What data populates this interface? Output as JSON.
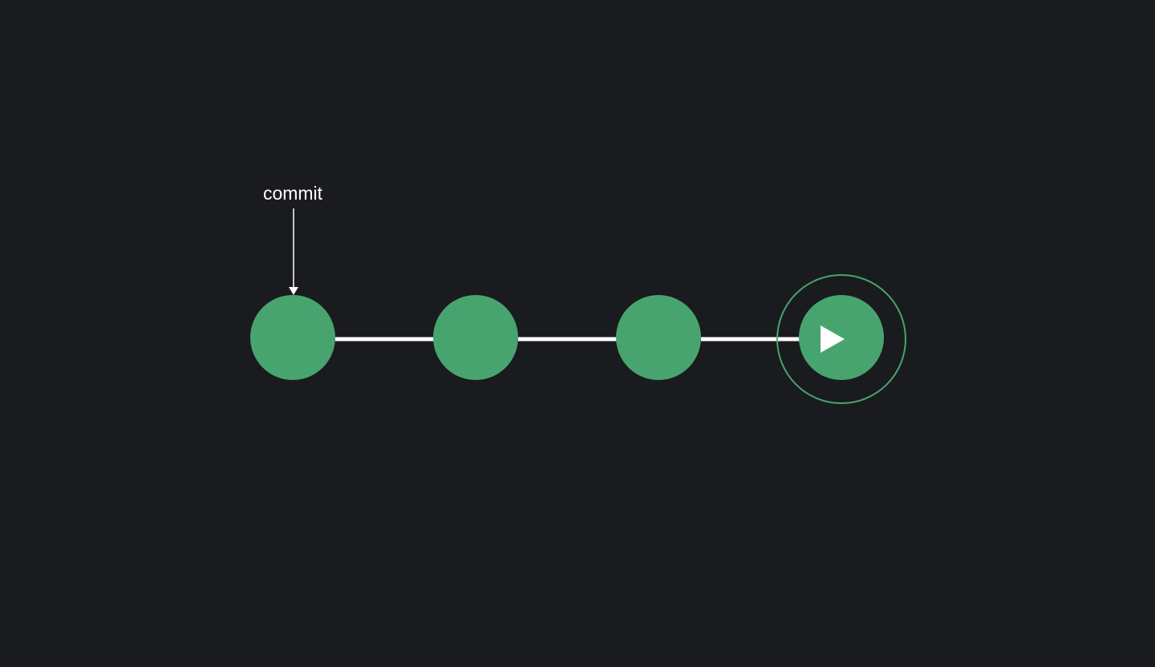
{
  "diagram": {
    "annotation_label": "commit",
    "nodes": [
      {
        "id": "commit-1",
        "highlighted": false
      },
      {
        "id": "commit-2",
        "highlighted": false
      },
      {
        "id": "commit-3",
        "highlighted": false
      },
      {
        "id": "commit-4",
        "highlighted": true
      }
    ],
    "colors": {
      "background": "#1a1b1e",
      "node": "#48a46e",
      "ring": "#48a46e",
      "edge": "#ffffff",
      "text": "#ffffff"
    },
    "icons": {
      "head_marker": "play-triangle-icon",
      "annotation_arrow": "arrow-down-icon"
    }
  }
}
